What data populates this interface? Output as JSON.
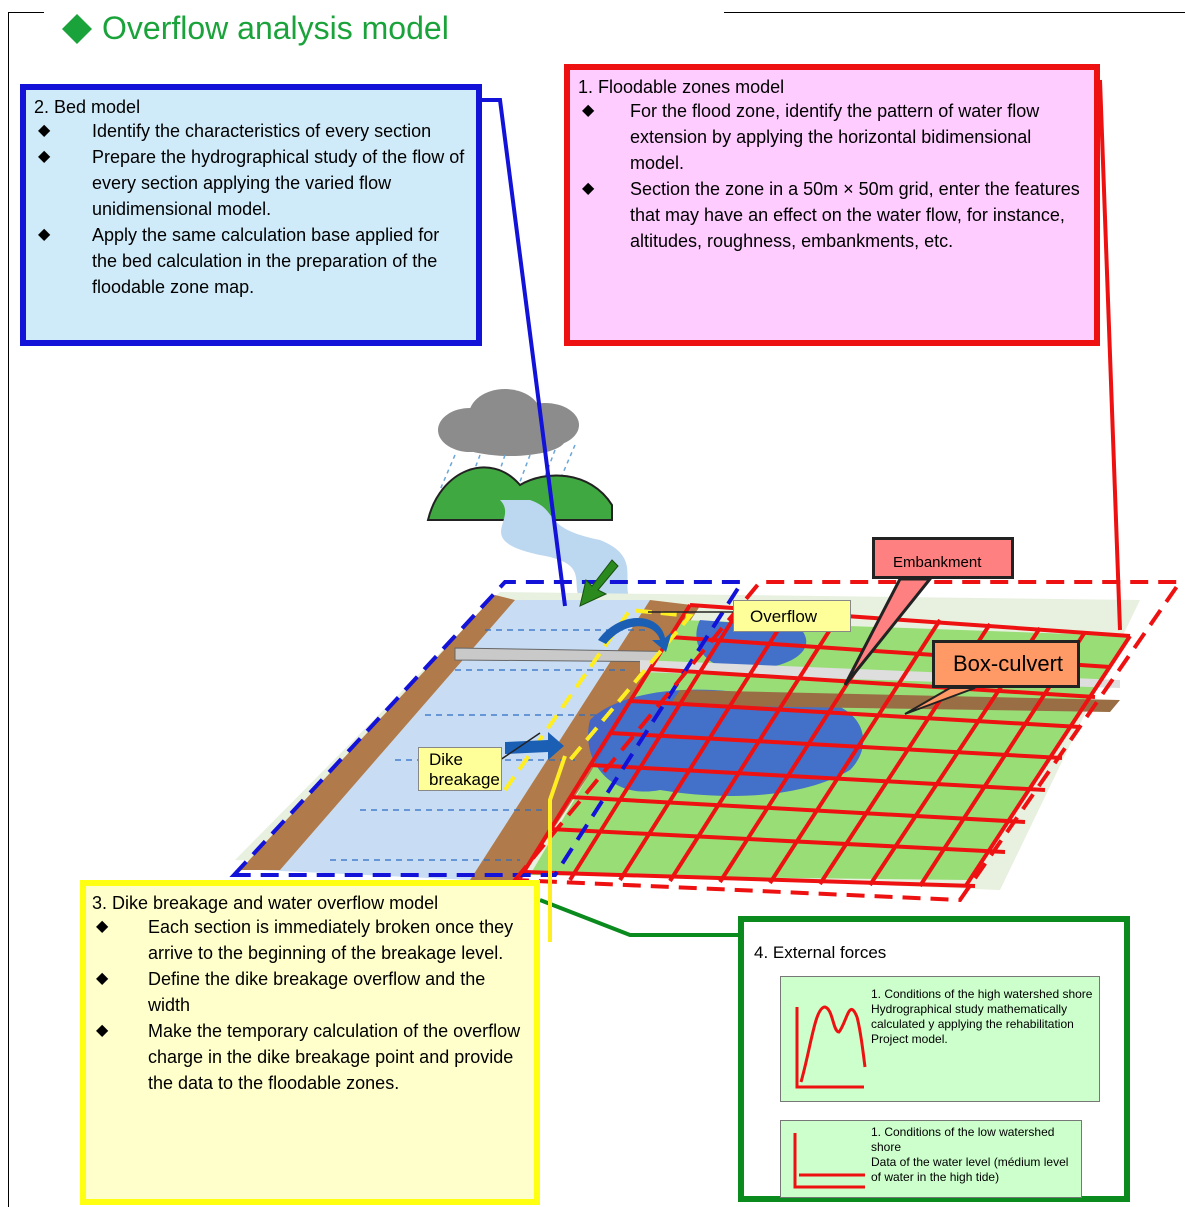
{
  "title": "Overflow analysis model",
  "bed_model": {
    "heading": "2. Bed model",
    "items": [
      "Identify the characteristics of every section",
      "Prepare the hydrographical study of the flow of every section applying the varied flow unidimensional model.",
      "Apply the same calculation base applied for the bed calculation in the preparation of the floodable zone map."
    ]
  },
  "floodable_zones_model": {
    "heading": "1. Floodable zones model",
    "items": [
      "For the flood zone, identify the pattern of water flow extension by applying the horizontal bidimensional model.",
      "Section the zone in a 50m × 50m grid, enter the features that may have an effect on the water flow, for instance, altitudes, roughness, embankments, etc."
    ]
  },
  "dike_breakage_model": {
    "heading": "3. Dike breakage and water overflow model",
    "items": [
      "Each section is immediately broken once they arrive to the beginning of the breakage level.",
      "Define the dike breakage overflow and the width",
      "Make the temporary calculation of the overflow charge in the dike breakage point and provide the data to the floodable zones."
    ]
  },
  "external_forces": {
    "heading": "4. External forces",
    "high_shore": "1. Conditions of the high watershed shore\nHydrographical study mathematically calculated y applying the rehabilitation Project model.",
    "low_shore": "1. Conditions of the low watershed shore\nData of the water level (médium level of water in the high tide)"
  },
  "callouts": {
    "overflow": "Overflow",
    "box_culvert": "Box-culvert",
    "embankment": "Embankment",
    "dike_breakage": "Dike\nbreakage"
  },
  "colors": {
    "title": "#1aa33a",
    "bed_border": "#1212d8",
    "flood_border": "#ee1111",
    "dike_border": "#ffff11",
    "external_border": "#0b8a1e"
  }
}
